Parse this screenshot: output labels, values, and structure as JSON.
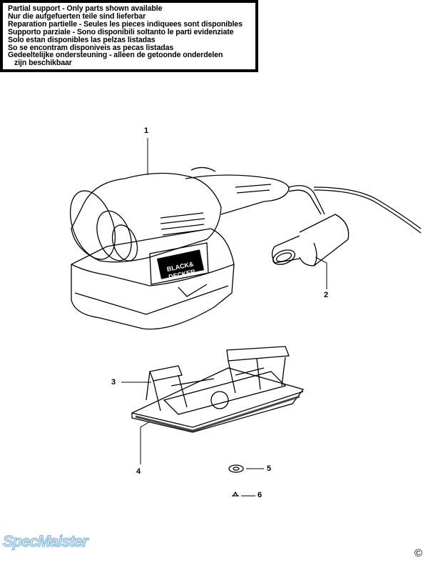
{
  "notice": {
    "lines": [
      "Partial support - Only parts shown available",
      "Nur die aufgefuerten teile sind lieferbar",
      "Reparation partielle - Seules les pieces indiquees sont disponibles",
      "Supporto parziale - Sono disponibili soltanto le parti evidenziate",
      "Solo estan disponibles las pelzas listadas",
      "So se encontram disponiveis as pecas listadas",
      "Gedeeltelijke ondersteuning - alleen de getoonde onderdelen",
      "zijn beschikbaar"
    ]
  },
  "parts": [
    {
      "number": "1",
      "item": "sander-body"
    },
    {
      "number": "2",
      "item": "dust-adapter"
    },
    {
      "number": "3",
      "item": "base-frame"
    },
    {
      "number": "4",
      "item": "base-plate"
    },
    {
      "number": "5",
      "item": "washer"
    },
    {
      "number": "6",
      "item": "screw"
    }
  ],
  "brand_logo": "BLACK & DECKER",
  "watermark": "SpecMaister",
  "copyright": "©"
}
